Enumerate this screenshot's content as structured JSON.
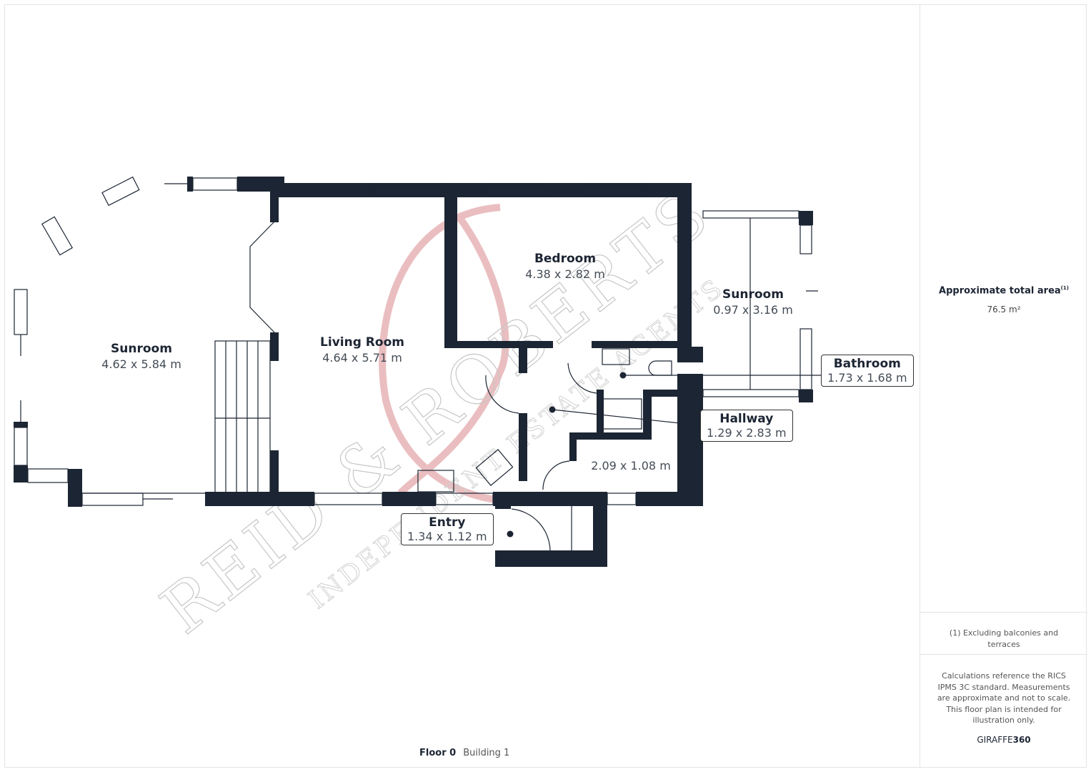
{
  "rooms": [
    {
      "name": "Sunroom",
      "dims": "4.62 x 5.84 m"
    },
    {
      "name": "Living Room",
      "dims": "4.64 x 5.71 m"
    },
    {
      "name": "Bedroom",
      "dims": "4.38 x 2.82 m"
    },
    {
      "name": "Sunroom",
      "dims": "0.97 x 3.16 m"
    },
    {
      "name": "Bathroom",
      "dims": "1.73 x 1.68 m"
    },
    {
      "name": "Hallway",
      "dims": "1.29 x 2.83 m"
    },
    {
      "name": "",
      "dims": "2.09 x 1.08 m"
    },
    {
      "name": "Entry",
      "dims": "1.34 x 1.12 m"
    }
  ],
  "sidebar": {
    "area_title": "Approximate total area",
    "area_sup": "(1)",
    "area_value": "76.5 m²",
    "footnote": "(1) Excluding balconies and terraces",
    "disclaimer": "Calculations reference the RICS IPMS 3C standard. Measurements are approximate and not to scale. This floor plan is intended for illustration only.",
    "brand_a": "GIRAFFE",
    "brand_b": "360"
  },
  "footer": {
    "floor": "Floor 0",
    "building": "Building 1"
  },
  "watermark": {
    "name": "REID & ROBERTS",
    "tagline": "INDEPENDENT ESTATE AGENTS"
  },
  "colors": {
    "wall": "#1c2533",
    "watermark_red": "#d98a8e"
  }
}
